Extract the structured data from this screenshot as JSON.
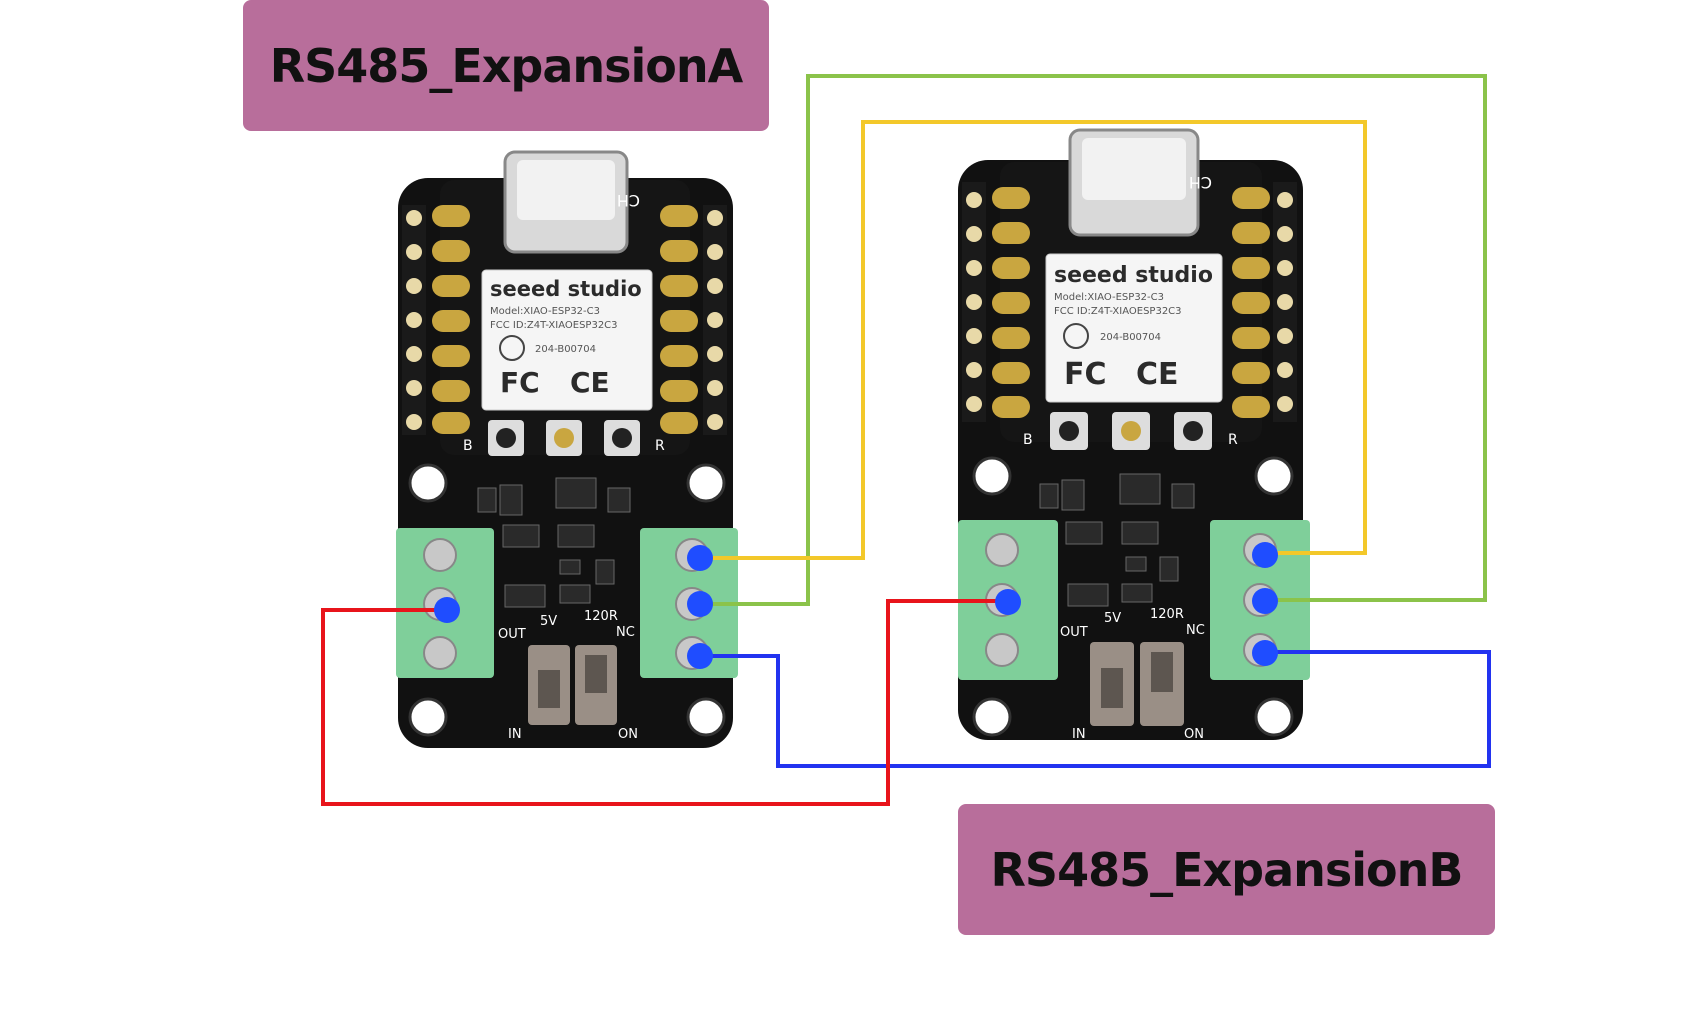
{
  "labels": {
    "expansion_a": "RS485_ExpansionA",
    "expansion_b": "RS485_ExpansionB"
  },
  "module": {
    "brand": "seeed studio",
    "model": "Model:XIAO-ESP32-C3",
    "fcc_id": "FCC ID:Z4T-XIAOESP32C3",
    "cert": "204-B00704",
    "fc_mark": "FC",
    "ce_mark": "CE"
  },
  "silkscreen": {
    "usb": "CH",
    "boot": "B",
    "reset": "R",
    "out": "OUT",
    "v5": "5V",
    "r120": "120R",
    "nc": "NC",
    "in": "IN",
    "on": "ON"
  },
  "colors": {
    "label_bg": "#b86e9b",
    "wire_red": "#e8141b",
    "wire_yellow": "#f3c82a",
    "wire_green": "#8bc34a",
    "wire_blue": "#2233f0",
    "dot_blue": "#1f4dff",
    "board": "#111111",
    "terminal": "#7fcf9a"
  }
}
